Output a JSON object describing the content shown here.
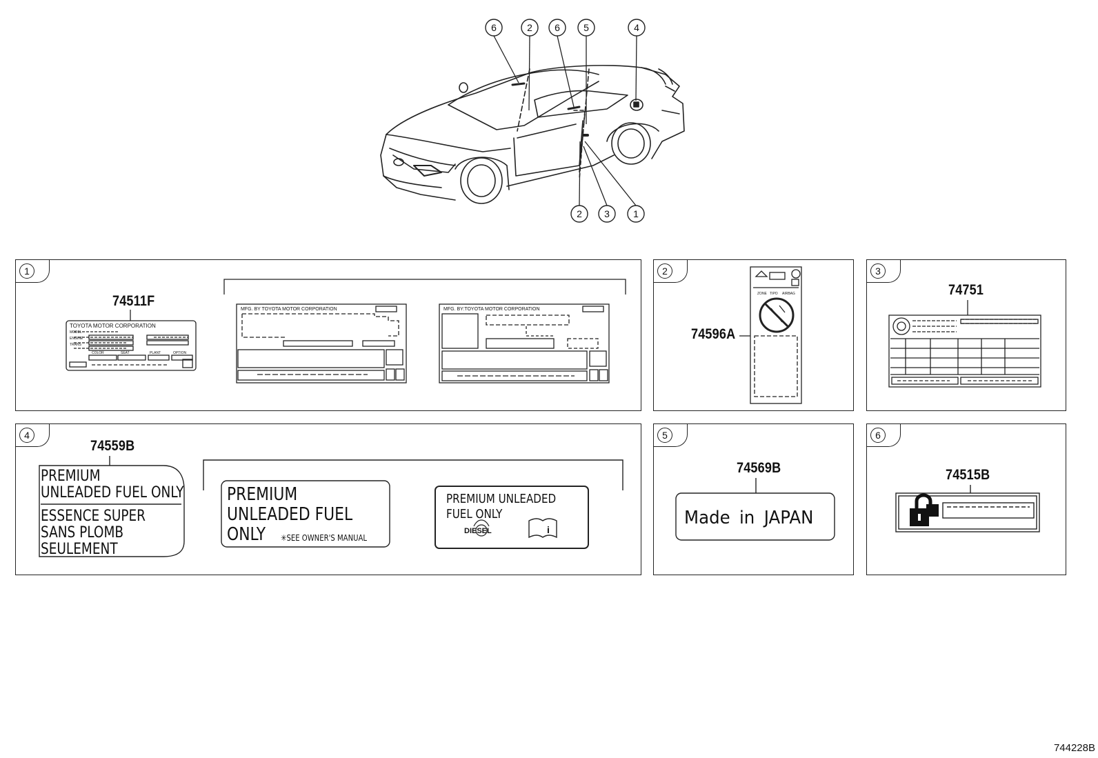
{
  "diagram": {
    "callouts_top": [
      "6",
      "2",
      "6",
      "5",
      "4"
    ],
    "callouts_bottom": [
      "2",
      "3",
      "1"
    ],
    "footer_code": "744228B"
  },
  "panels": {
    "p1": {
      "num": "1",
      "part_number": "74511F",
      "lbl_a_title": "TOYOTA MOTOR CORPORATION",
      "lbl_a_fields": [
        "MODEL",
        "ENGINE",
        "TRANS"
      ],
      "lbl_a_cols": [
        "COLOR",
        "SEAT",
        "PLANT",
        "OPTION"
      ],
      "lbl_b_title": "MFG. BY TOYOTA MOTOR CORPORATION",
      "lbl_c_title": "MFG. BY:TOYOTA MOTOR CORPORATION"
    },
    "p2": {
      "num": "2",
      "part_number": "74596A"
    },
    "p3": {
      "num": "3",
      "part_number": "74751"
    },
    "p4": {
      "num": "4",
      "part_number": "74559B",
      "lbl_a_lines": [
        "PREMIUM",
        "UNLEADED FUEL ONLY",
        "ESSENCE SUPER",
        "SANS PLOMB",
        "SEULEMENT"
      ],
      "lbl_b_lines": [
        "PREMIUM",
        "UNLEADED FUEL",
        "ONLY"
      ],
      "lbl_b_note": "✳SEE OWNER'S MANUAL",
      "lbl_c_lines": [
        "PREMIUM UNLEADED",
        "FUEL ONLY"
      ],
      "lbl_c_icon_text": "DIESEL"
    },
    "p5": {
      "num": "5",
      "part_number": "74569B",
      "label_text": "Made in JAPAN"
    },
    "p6": {
      "num": "6",
      "part_number": "74515B"
    }
  }
}
